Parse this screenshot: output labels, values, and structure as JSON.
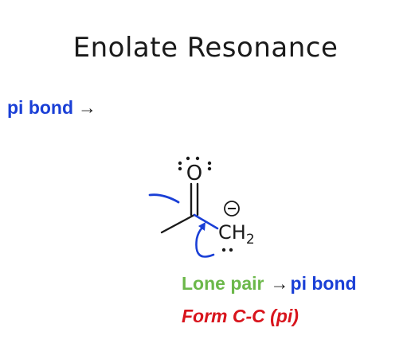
{
  "title": "Enolate Resonance",
  "left_label": {
    "text": "pi bond",
    "arrow": "→",
    "color": "#1a3fd6"
  },
  "molecule": {
    "oxygen": "O",
    "carbon_group": "CH",
    "subscript": "2",
    "charge": "−",
    "lone_pair_symbol": "··"
  },
  "notes": {
    "line1_part1": "Lone pair",
    "line1_arrow": "→",
    "line1_part2": "pi bond",
    "line2": "Form C-C (pi)"
  },
  "colors": {
    "green": "#6cb84a",
    "blue": "#1a3fd6",
    "red": "#d8141c",
    "black": "#1a1a1a"
  }
}
